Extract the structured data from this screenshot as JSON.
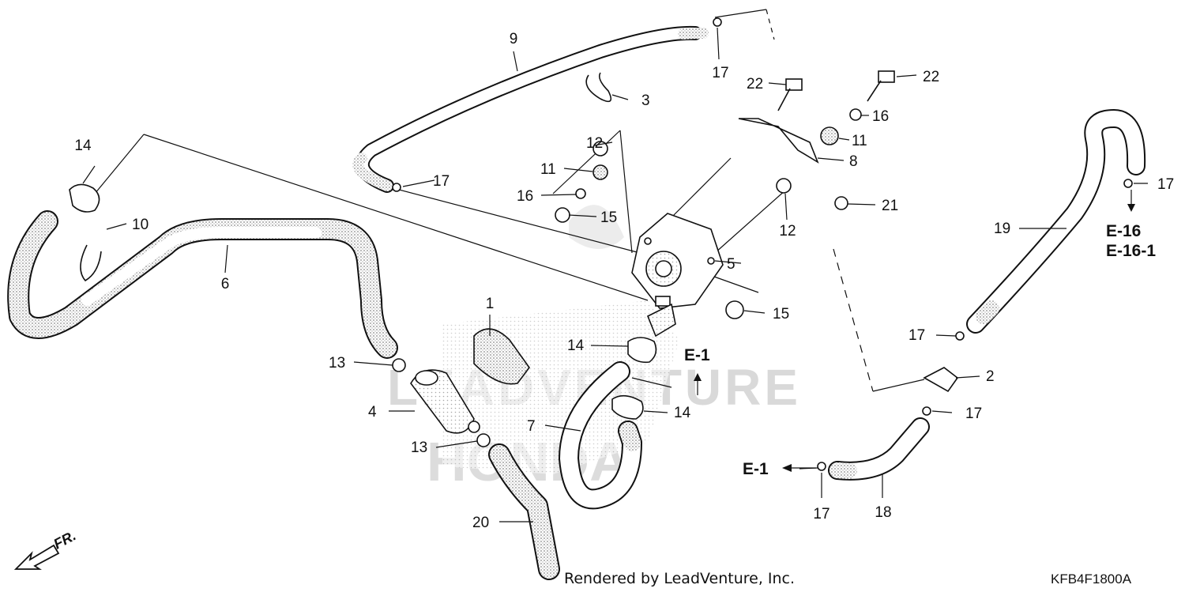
{
  "callouts": {
    "c1": "1",
    "c2": "2",
    "c3": "3",
    "c4": "4",
    "c5": "5",
    "c6": "6",
    "c7": "7",
    "c8": "8",
    "c9": "9",
    "c10": "10",
    "c11a": "11",
    "c11b": "11",
    "c12a": "12",
    "c12b": "12",
    "c13a": "13",
    "c13b": "13",
    "c14a": "14",
    "c14b": "14",
    "c14c": "14",
    "c15a": "15",
    "c15b": "15",
    "c16a": "16",
    "c16b": "16",
    "c17a": "17",
    "c17b": "17",
    "c17c": "17",
    "c17d": "17",
    "c17e": "17",
    "c17f": "17",
    "c18": "18",
    "c19": "19",
    "c20": "20",
    "c21": "21",
    "c22a": "22",
    "c22b": "22"
  },
  "references": {
    "e1_mid": "E-1",
    "e1_bottom": "E-1",
    "e16": "E-16",
    "e16_1": "E-16-1"
  },
  "direction_label": "FR.",
  "watermark_text": "LEADVENTURE",
  "watermark_brand": "HONDA",
  "credit": "Rendered by LeadVenture, Inc.",
  "diagram_code": "KFB4F1800A",
  "colors": {
    "ink": "#111111",
    "stipple": "#9a9a9a",
    "watermark": "#d9d9d9"
  }
}
